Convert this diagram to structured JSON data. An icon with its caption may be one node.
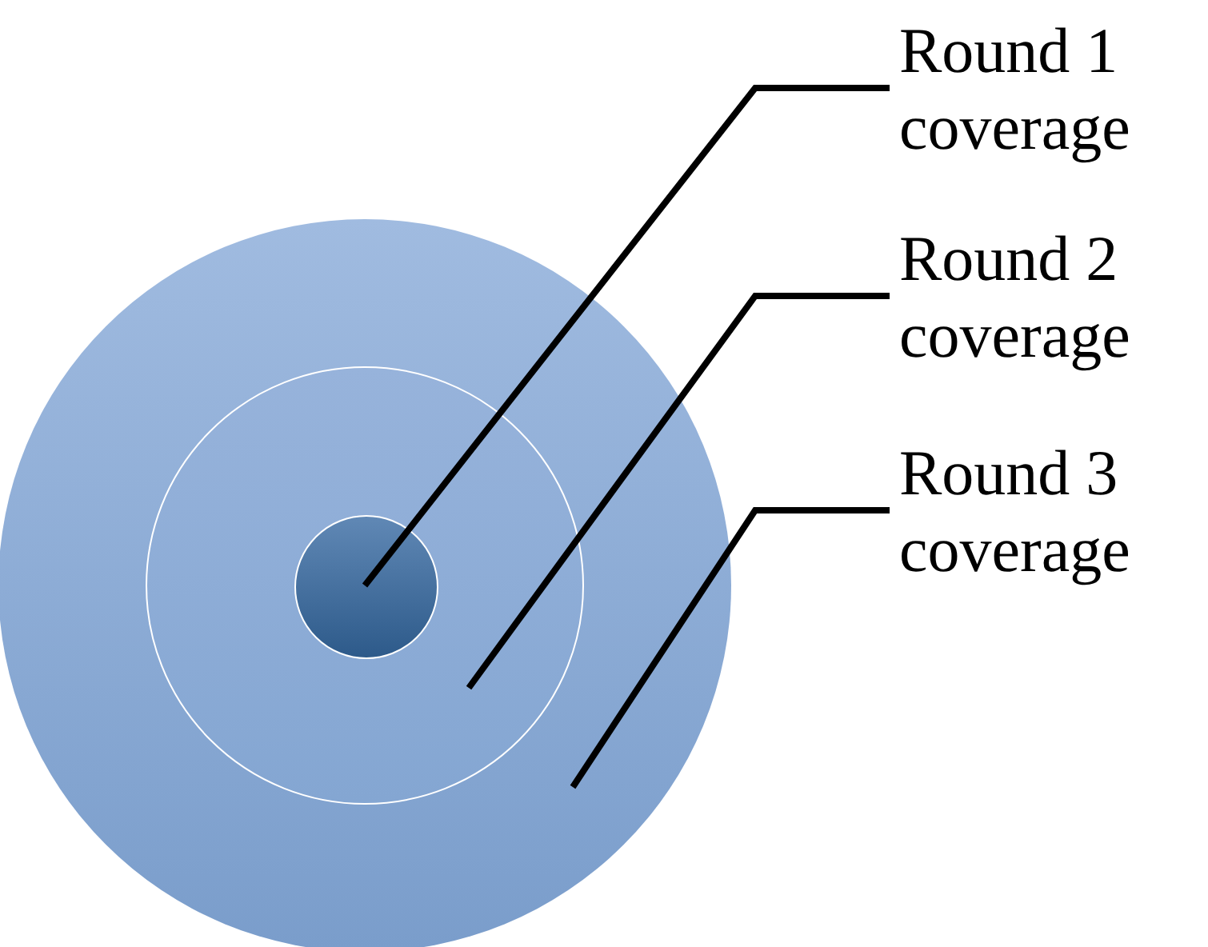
{
  "diagram": {
    "nodes": [
      {
        "text": [
          "Round 1 coverage"
        ]
      },
      {
        "text": [
          "Round 2 coverage"
        ]
      },
      {
        "text": [
          "Round 3 coverage"
        ]
      },
      {
        "text": [],
        "shape": "circle"
      },
      {
        "text": [],
        "shape": "circle",
        "in": 3
      },
      {
        "text": [],
        "shape": "circle",
        "in": 4
      }
    ],
    "edges": [
      {
        "from": 0,
        "to": 5,
        "arrow": "none"
      },
      {
        "from": 1,
        "to": 4,
        "arrow": "none"
      },
      {
        "from": 2,
        "to": 3,
        "arrow": "none"
      }
    ]
  }
}
